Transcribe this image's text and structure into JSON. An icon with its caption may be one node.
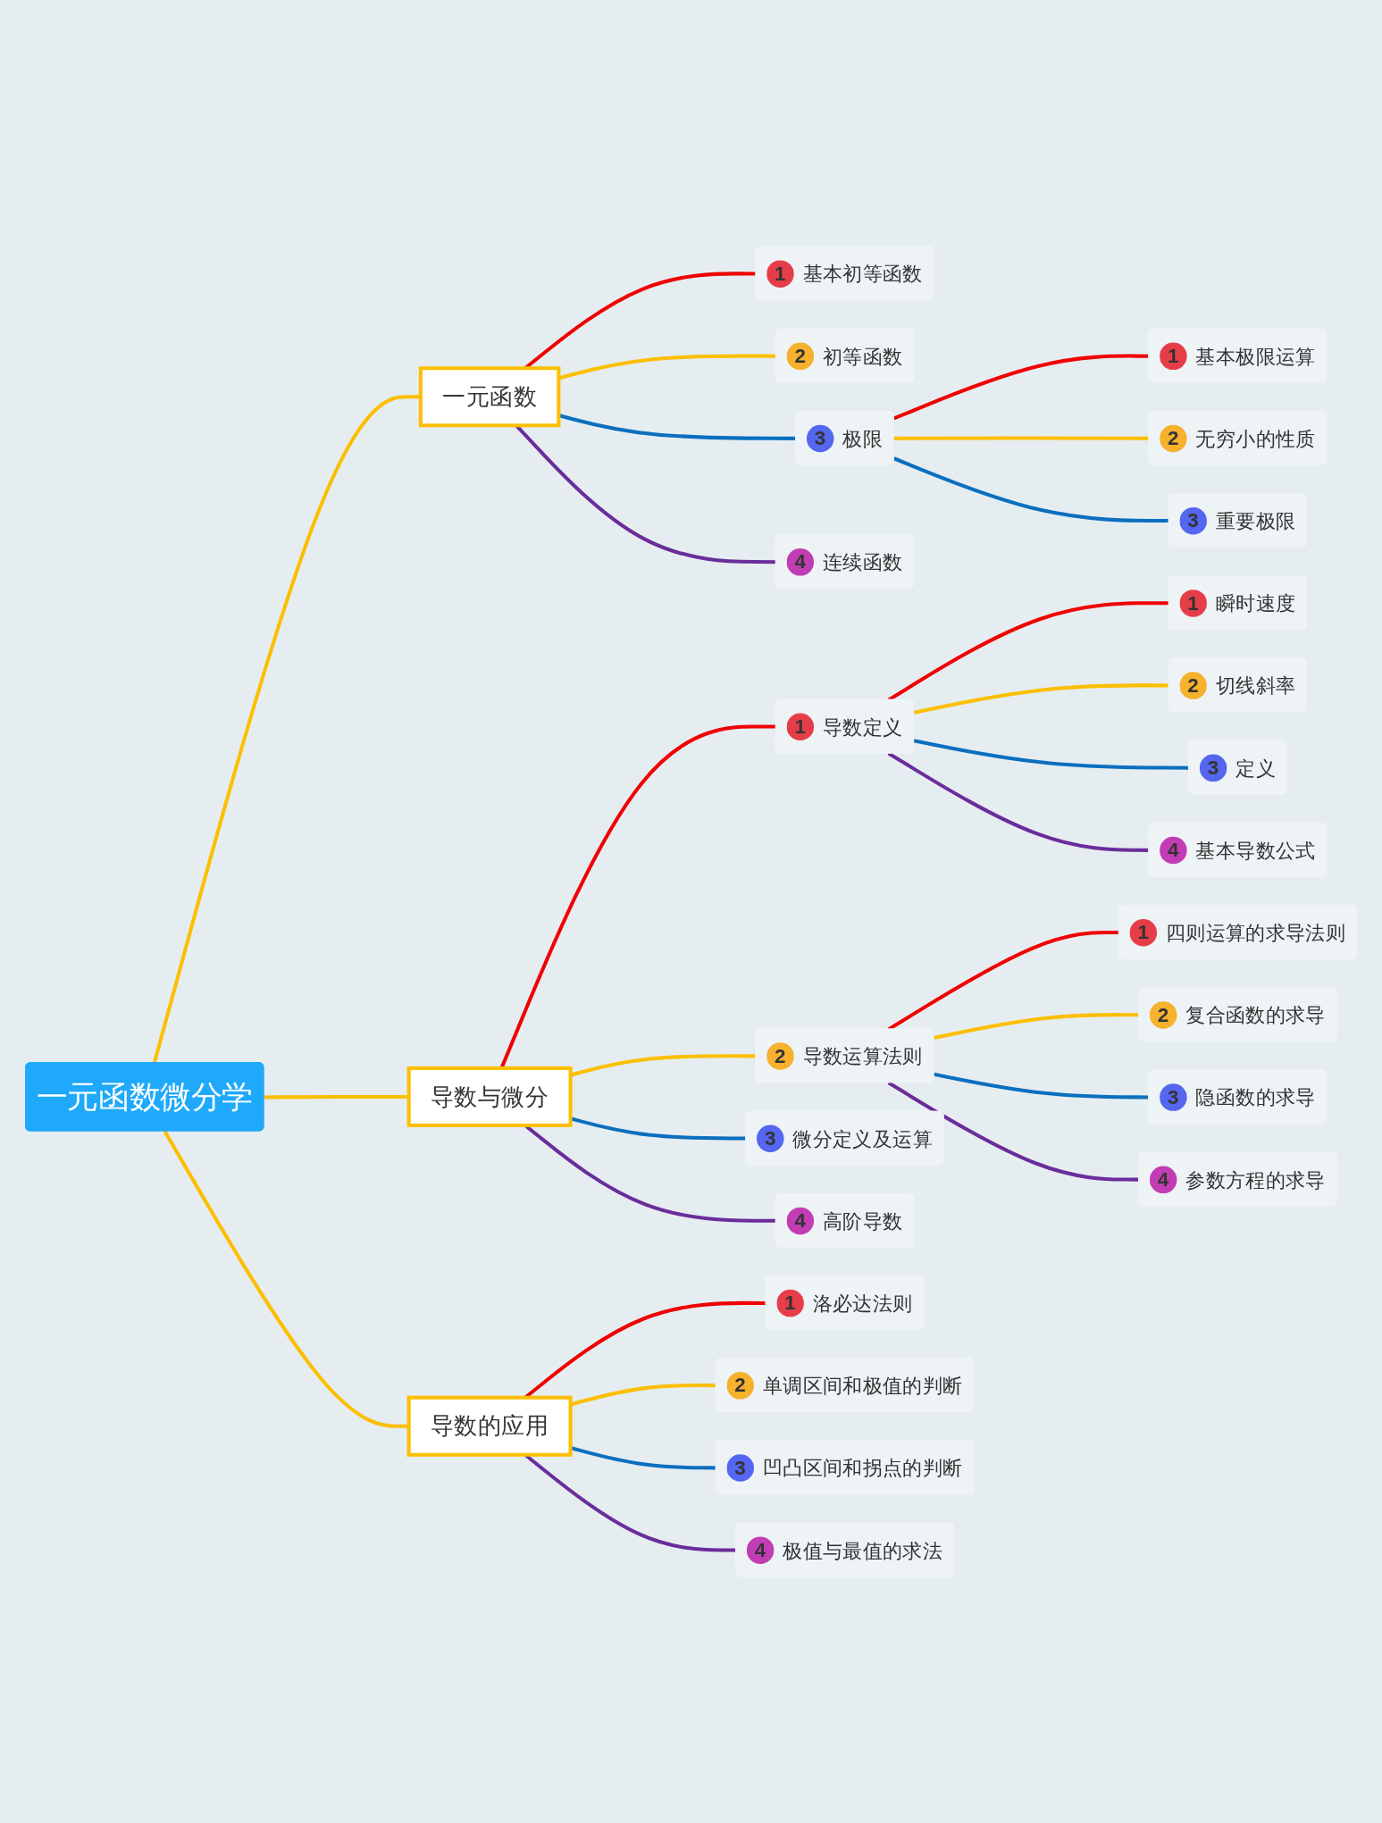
{
  "diagram": {
    "nodes": [
      {
        "text": [
          "一元函数微分学"
        ]
      },
      {
        "text": [
          "一元函数"
        ]
      },
      {
        "text": [
          "1",
          "基本初等函数"
        ]
      },
      {
        "text": [
          "2",
          "初等函数"
        ]
      },
      {
        "text": [
          "3",
          "极限"
        ]
      },
      {
        "text": [
          "1",
          "基本极限运算"
        ]
      },
      {
        "text": [
          "2",
          "无穷小的性质"
        ]
      },
      {
        "text": [
          "3",
          "重要极限"
        ]
      },
      {
        "text": [
          "4",
          "连续函数"
        ]
      },
      {
        "text": [
          "导数与微分"
        ]
      },
      {
        "text": [
          "1",
          "导数定义"
        ]
      },
      {
        "text": [
          "1",
          "瞬时速度"
        ]
      },
      {
        "text": [
          "2",
          "切线斜率"
        ]
      },
      {
        "text": [
          "3",
          "定义"
        ]
      },
      {
        "text": [
          "4",
          "基本导数公式"
        ]
      },
      {
        "text": [
          "2",
          "导数运算法则"
        ]
      },
      {
        "text": [
          "1",
          "四则运算的求导法则"
        ]
      },
      {
        "text": [
          "2",
          "复合函数的求导"
        ]
      },
      {
        "text": [
          "3",
          "隐函数的求导"
        ]
      },
      {
        "text": [
          "4",
          "参数方程的求导"
        ]
      },
      {
        "text": [
          "3",
          "微分定义及运算"
        ]
      },
      {
        "text": [
          "4",
          "高阶导数"
        ]
      },
      {
        "text": [
          "导数的应用"
        ]
      },
      {
        "text": [
          "1",
          "洛必达法则"
        ]
      },
      {
        "text": [
          "2",
          "单调区间和极值的判断"
        ]
      },
      {
        "text": [
          "3",
          "凹凸区间和拐点的判断"
        ]
      },
      {
        "text": [
          "4",
          "极值与最值的求法"
        ]
      }
    ],
    "edges": [
      {
        "from": 0,
        "to": 1,
        "arrow": "none"
      },
      {
        "from": 1,
        "to": 2,
        "arrow": "none",
        "color": "#f00000"
      },
      {
        "from": 1,
        "to": 3,
        "arrow": "none"
      },
      {
        "from": 1,
        "to": 4,
        "arrow": "none",
        "color": "#0a6fbf"
      },
      {
        "from": 4,
        "to": 5,
        "arrow": "none",
        "color": "#f00000"
      },
      {
        "from": 4,
        "to": 6,
        "arrow": "none"
      },
      {
        "from": 4,
        "to": 7,
        "arrow": "none",
        "color": "#0a6fbf"
      },
      {
        "from": 1,
        "to": 8,
        "arrow": "none",
        "color": "#6a2d9a"
      },
      {
        "from": 0,
        "to": 9,
        "arrow": "none"
      },
      {
        "from": 9,
        "to": 10,
        "arrow": "none",
        "color": "#f00000"
      },
      {
        "from": 10,
        "to": 11,
        "arrow": "none",
        "color": "#f00000"
      },
      {
        "from": 10,
        "to": 12,
        "arrow": "none"
      },
      {
        "from": 10,
        "to": 13,
        "arrow": "none",
        "color": "#0a6fbf"
      },
      {
        "from": 10,
        "to": 14,
        "arrow": "none",
        "color": "#6a2d9a"
      },
      {
        "from": 9,
        "to": 15,
        "arrow": "none"
      },
      {
        "from": 15,
        "to": 16,
        "arrow": "none",
        "color": "#f00000"
      },
      {
        "from": 15,
        "to": 17,
        "arrow": "none"
      },
      {
        "from": 15,
        "to": 18,
        "arrow": "none",
        "color": "#0a6fbf"
      },
      {
        "from": 15,
        "to": 19,
        "arrow": "none",
        "color": "#6a2d9a"
      },
      {
        "from": 9,
        "to": 20,
        "arrow": "none",
        "color": "#0a6fbf"
      },
      {
        "from": 9,
        "to": 21,
        "arrow": "none",
        "color": "#6a2d9a"
      },
      {
        "from": 0,
        "to": 22,
        "arrow": "none"
      },
      {
        "from": 22,
        "to": 23,
        "arrow": "none",
        "color": "#f00000"
      },
      {
        "from": 22,
        "to": 24,
        "arrow": "none"
      },
      {
        "from": 22,
        "to": 25,
        "arrow": "none",
        "color": "#0a6fbf"
      },
      {
        "from": 22,
        "to": 26,
        "arrow": "none",
        "color": "#6a2d9a"
      }
    ]
  }
}
